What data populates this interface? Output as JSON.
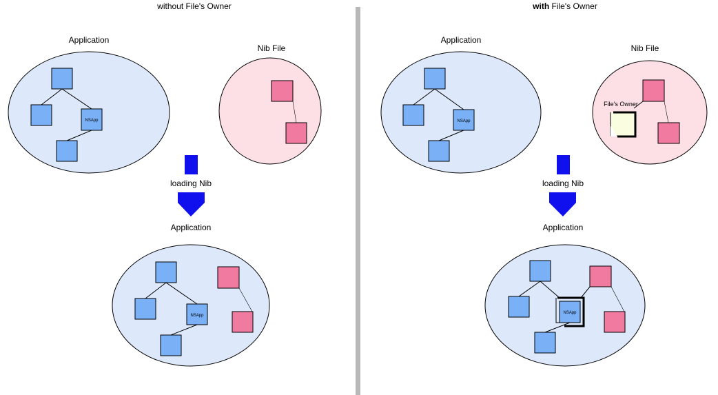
{
  "left": {
    "title": "without File's Owner",
    "app_label": "Application",
    "nib_label": "Nib File",
    "arrow_label": "loading Nib",
    "result_label": "Application",
    "nsapp": "NSApp"
  },
  "right": {
    "title_bold": "with",
    "title_rest": " File's Owner",
    "app_label": "Application",
    "nib_label": "Nib File",
    "files_owner": "File's Owner",
    "arrow_label": "loading Nib",
    "result_label": "Application",
    "nsapp": "NSApp"
  },
  "colors": {
    "app_fill": "#dde9fb",
    "nib_fill": "#fde0e6",
    "blue_square": "#79b0f6",
    "pink_square": "#f17aa0",
    "arrow": "#1010ee",
    "divider": "#b8b8b8",
    "owner_fill": "#fbfde0"
  }
}
